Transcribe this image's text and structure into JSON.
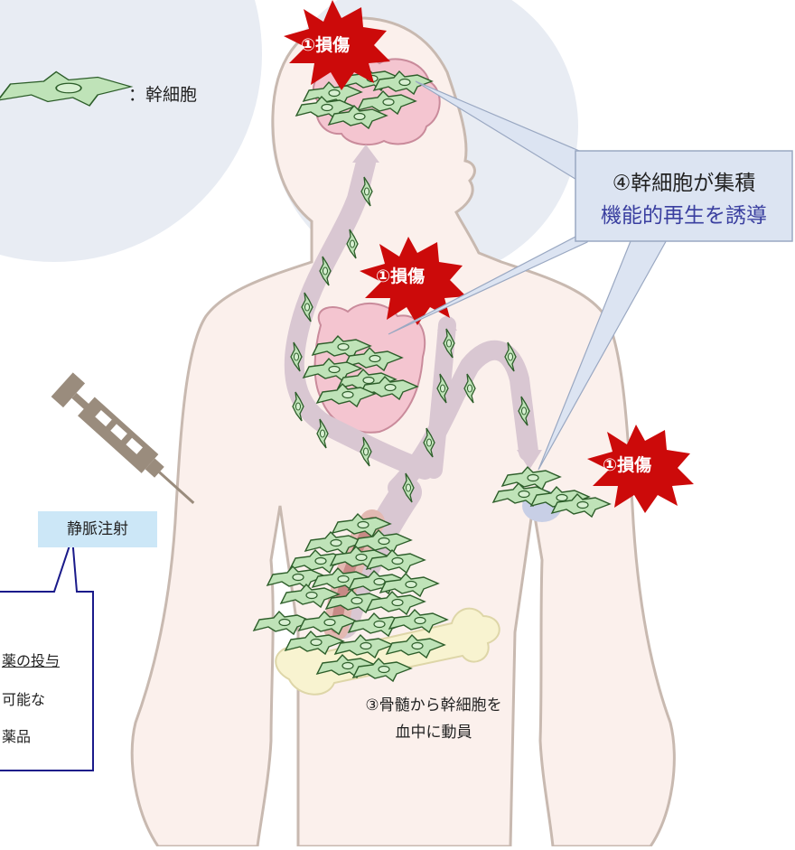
{
  "legend": {
    "label": "：幹細胞"
  },
  "injury_label": "①損傷",
  "callout": {
    "line1": "④幹細胞が集積",
    "line2": "機能的再生を誘導"
  },
  "injection": {
    "label": "静脈注射"
  },
  "note": {
    "line1": "薬の投与",
    "line2": "可能な",
    "line3": "薬品"
  },
  "bone_marrow": {
    "line1": "③骨髄から幹細胞を",
    "line2": "血中に動員"
  },
  "colors": {
    "body_fill": "#fbf0ec",
    "body_outline": "#c8b9b0",
    "organ": "#f4b8c8",
    "cell_fill": "#bfe3b8",
    "cell_outline": "#2d5e2a",
    "burst": "#cc0a0a",
    "vessel": "#d9c7d2",
    "bone": "#f8f3d0",
    "syringe": "#9a8c7d",
    "callout_blue": "#3a3fa0",
    "inject_bg": "#cce7f7"
  }
}
